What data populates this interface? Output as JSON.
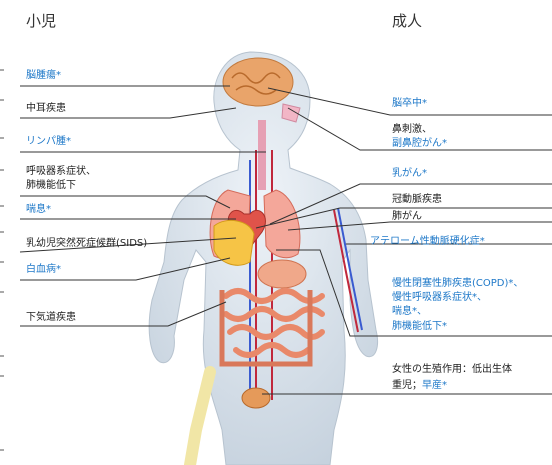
{
  "header": {
    "child": "小児",
    "adult": "成人"
  },
  "child_conditions": [
    {
      "text": "脳腫瘍*",
      "highlight": true
    },
    {
      "text": "中耳疾患",
      "highlight": false
    },
    {
      "text": "リンパ腫*",
      "highlight": true
    },
    {
      "text": "呼吸器系症状、",
      "highlight": false
    },
    {
      "text": "肺機能低下",
      "highlight": false
    },
    {
      "text": "喘息*",
      "highlight": true
    },
    {
      "text": "乳幼児突然死症候群(SIDS)",
      "highlight": false
    },
    {
      "text": "白血病*",
      "highlight": true
    },
    {
      "text": "下気道疾患",
      "highlight": false
    }
  ],
  "adult_conditions": [
    {
      "text": "脳卒中*",
      "highlight": true
    },
    {
      "text": "鼻刺激、",
      "highlight": false
    },
    {
      "text": "副鼻腔がん*",
      "highlight": true
    },
    {
      "text": "乳がん*",
      "highlight": true
    },
    {
      "text": "冠動脈疾患",
      "highlight": false
    },
    {
      "text": "肺がん",
      "highlight": false
    },
    {
      "text": "アテローム性動脈硬化症*",
      "highlight": true
    },
    {
      "text": "慢性閉塞性肺疾患(COPD)*、",
      "highlight": true
    },
    {
      "text": "慢性呼吸器系症状*、",
      "highlight": true
    },
    {
      "text": "喘息*、",
      "highlight": true
    },
    {
      "text": "肺機能低下*",
      "highlight": true
    },
    {
      "text": "女性の生殖作用：低出生体",
      "highlight": false
    },
    {
      "text": "重児；",
      "highlight": false
    },
    {
      "text": "早産*",
      "highlight": true
    }
  ],
  "colors": {
    "highlight": "#1e78c8",
    "text": "#222222",
    "line": "#333333"
  }
}
